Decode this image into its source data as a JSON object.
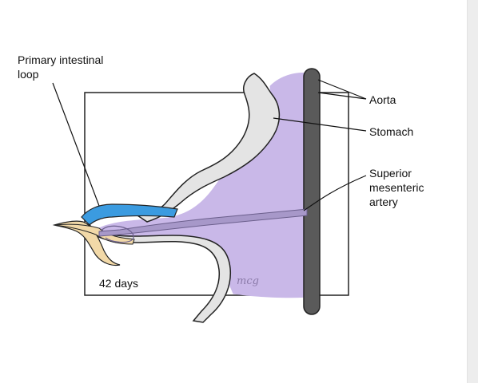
{
  "labels": {
    "primary_intestinal_loop_line1": "Primary intestinal",
    "primary_intestinal_loop_line2": "loop",
    "aorta": "Aorta",
    "stomach": "Stomach",
    "sma_line1": "Superior",
    "sma_line2": "mesenteric",
    "sma_line3": "artery",
    "age": "42 days",
    "signature": "mcg"
  },
  "colors": {
    "mesentery": "#c9b8e8",
    "intestinal_loop": "#3b9be0",
    "yolk_stalk": "#f2d9a8",
    "gut_tube": "#e4e4e4",
    "aorta": "#5a5a5a",
    "outline": "#222222"
  }
}
